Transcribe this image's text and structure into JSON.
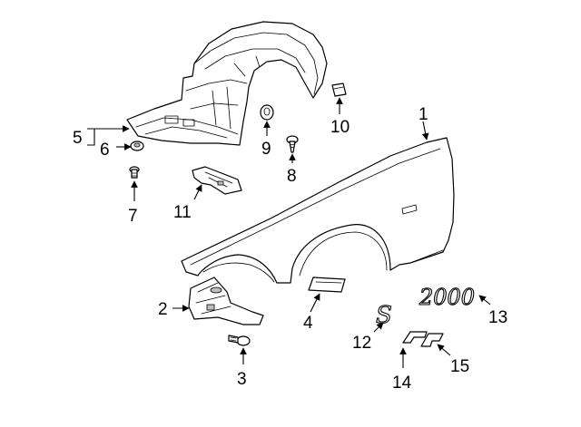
{
  "callouts": {
    "c1": "1",
    "c2": "2",
    "c3": "3",
    "c4": "4",
    "c5": "5",
    "c6": "6",
    "c7": "7",
    "c8": "8",
    "c9": "9",
    "c10": "10",
    "c11": "11",
    "c12": "12",
    "c13": "13",
    "c14": "14",
    "c15": "15"
  },
  "colors": {
    "line": "#000000",
    "background": "#ffffff",
    "shade": "#bdbdbd"
  }
}
